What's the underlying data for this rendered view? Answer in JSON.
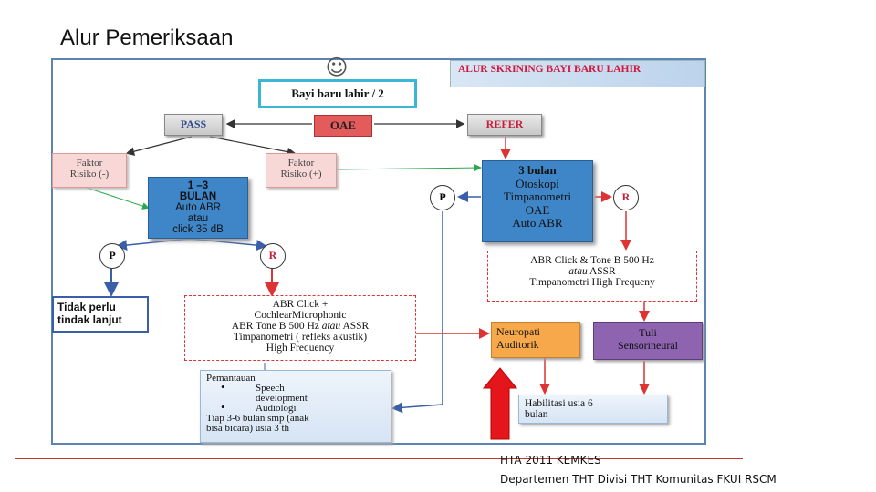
{
  "slide_title": "Alur Pemeriksaan",
  "diagram": {
    "header": "ALUR SKRINING BAYI BARU LAHIR",
    "smiley": "☺",
    "newborn": "Bayi baru lahir / 2",
    "pass": "PASS",
    "oae": "OAE",
    "refer": "REFER",
    "risk_neg": [
      "Faktor",
      "Risiko (-)"
    ],
    "risk_pos": [
      "Faktor",
      "Risiko (+)"
    ],
    "abr_box": [
      "1 –3",
      "BULAN",
      "Auto ABR",
      "atau",
      "click 35 dB"
    ],
    "three_months": [
      "3 bulan",
      "Otoskopi",
      "Timpanometri",
      "OAE",
      "Auto ABR"
    ],
    "p_label": "P",
    "r_label": "R",
    "no_follow": [
      "Tidak perlu",
      "tindak lanjut"
    ],
    "abr_click": [
      "ABR Click +",
      "CochlearMicrophonic",
      "ABR Tone B 500 Hz",
      "atau",
      "ASSR",
      "Timpanometri ( refleks akustik)",
      "High Frequency"
    ],
    "abr_tone": [
      "ABR Click & Tone B 500 Hz",
      "atau",
      "ASSR",
      "Timpanometri High Frequeny"
    ],
    "neuropati": [
      "Neuropati",
      "Auditorik"
    ],
    "tuli": [
      "Tuli",
      "Sensorineural"
    ],
    "pemantauan": {
      "title": "Pemantauan",
      "bullets": [
        [
          "Speech",
          "development"
        ],
        [
          "Audiologi"
        ]
      ],
      "tail": [
        "Tiap 3-6 bulan smp (anak",
        "bisa bicara) usia 3 th"
      ]
    },
    "habilitasi": [
      "Habilitasi  usia  6",
      "bulan"
    ],
    "colors": {
      "blue": "#3f86c9",
      "orange": "#f7a84a",
      "purple": "#8e63b0",
      "red_arrow": "#e4161c"
    }
  },
  "footer": {
    "line1": "HTA 2011 KEMKES",
    "line2": "Departemen THT Divisi THT Komunitas FKUI RSCM"
  }
}
